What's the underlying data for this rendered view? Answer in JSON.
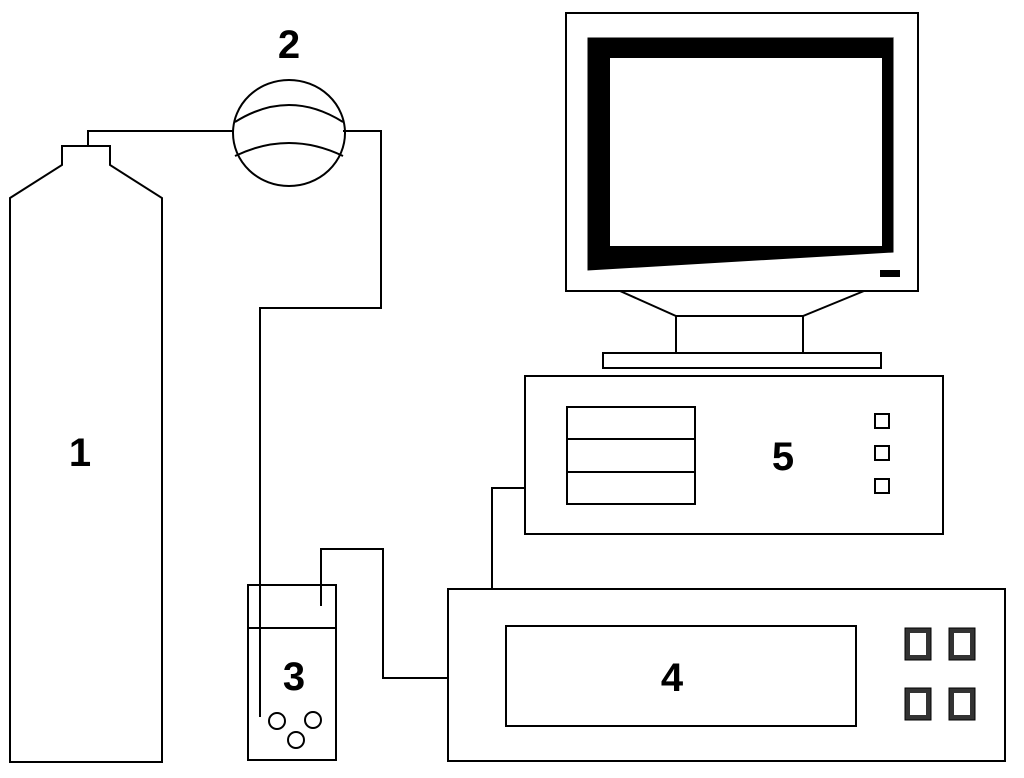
{
  "labels": {
    "cylinder": "1",
    "flowmeter": "2",
    "beaker": "3",
    "analyzer": "4",
    "controller": "5"
  },
  "colors": {
    "line": "#000000",
    "screen_bezel": "#000000",
    "background": "#ffffff",
    "button_shadow": "#333333"
  }
}
